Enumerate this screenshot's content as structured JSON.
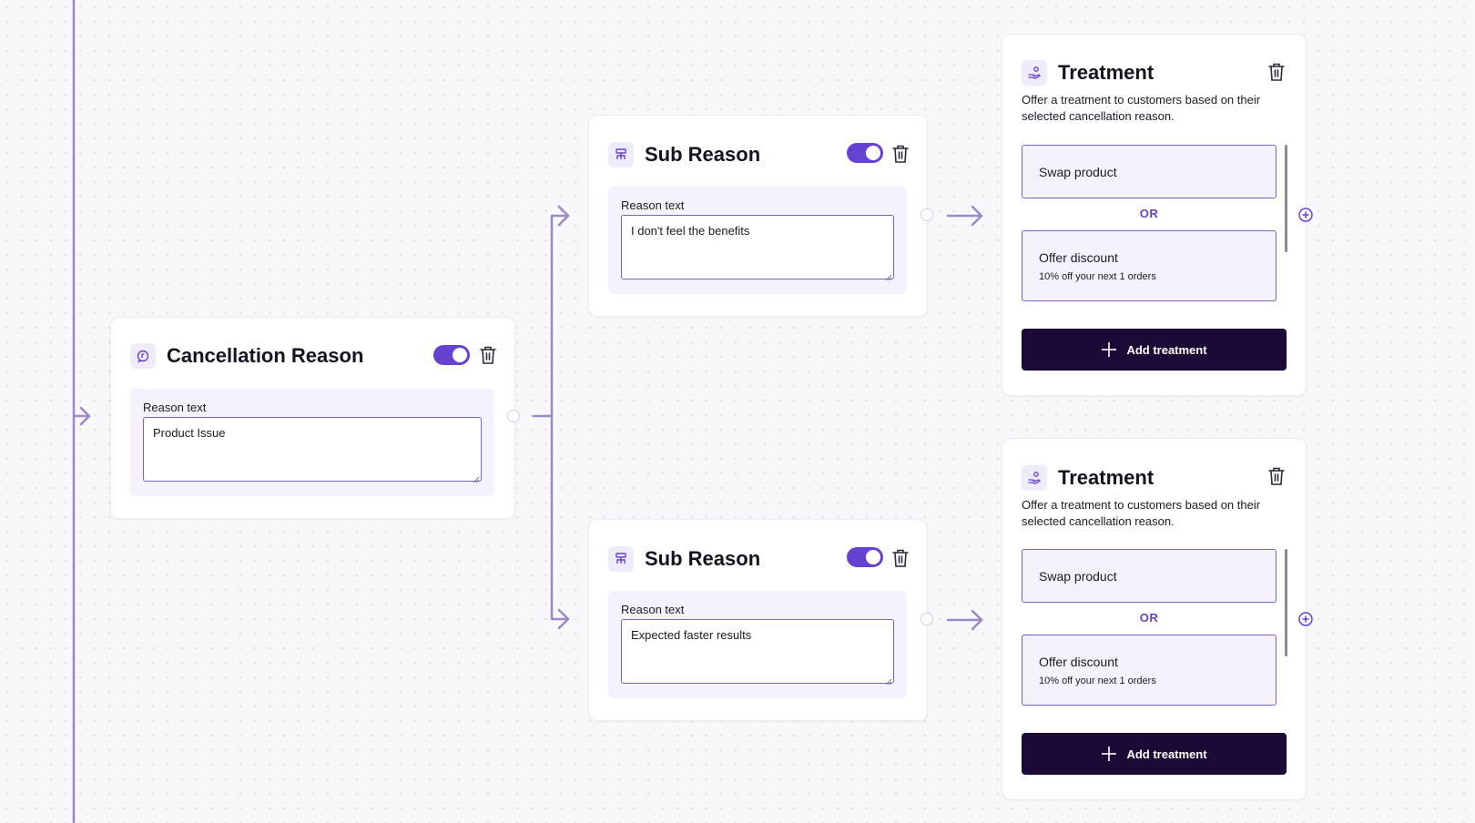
{
  "accent_color": "#6542d1",
  "button_color": "#1c0a36",
  "root_node": {
    "icon": "chat-bubble-icon",
    "title": "Cancellation Reason",
    "enabled": true,
    "field_label": "Reason text",
    "reason_value": "Product Issue"
  },
  "sub_reasons": [
    {
      "icon": "hierarchy-icon",
      "title": "Sub Reason",
      "enabled": true,
      "field_label": "Reason text",
      "reason_value": "I don't feel the benefits"
    },
    {
      "icon": "hierarchy-icon",
      "title": "Sub Reason",
      "enabled": true,
      "field_label": "Reason text",
      "reason_value": "Expected faster results"
    }
  ],
  "treatments": [
    {
      "icon": "hand-coin-icon",
      "title": "Treatment",
      "description": "Offer a treatment to customers based on their selected cancellation reason.",
      "options": [
        {
          "title": "Swap product"
        },
        {
          "title": "Offer discount",
          "subtitle": "10% off your next 1 orders"
        }
      ],
      "separator": "OR",
      "add_label": "Add treatment"
    },
    {
      "icon": "hand-coin-icon",
      "title": "Treatment",
      "description": "Offer a treatment to customers based on their selected cancellation reason.",
      "options": [
        {
          "title": "Swap product"
        },
        {
          "title": "Offer discount",
          "subtitle": "10% off your next 1 orders"
        }
      ],
      "separator": "OR",
      "add_label": "Add treatment"
    }
  ]
}
